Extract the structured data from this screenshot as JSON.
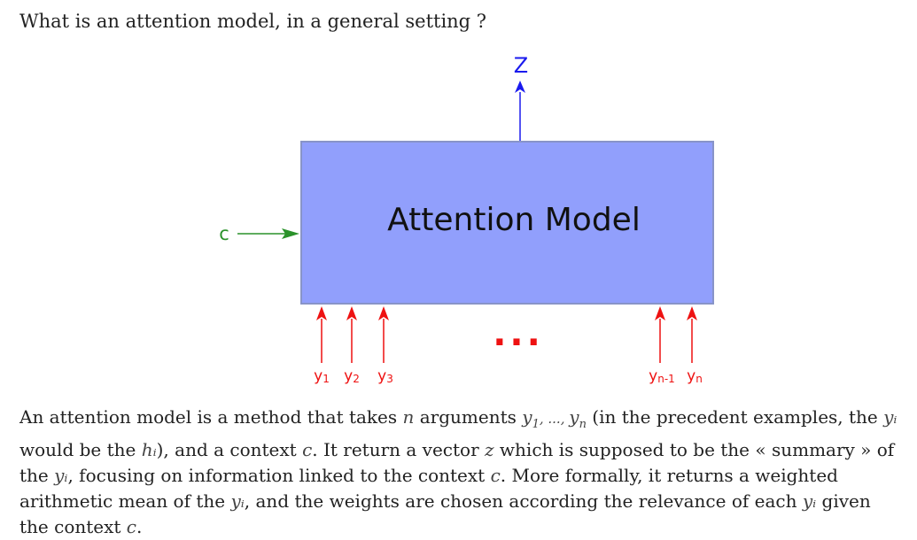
{
  "question": "What is an attention model, in a general setting ?",
  "diagram": {
    "box_label": "Attention Model",
    "output_label": "Z",
    "context_label": "c",
    "ellipsis": "...",
    "inputs": [
      {
        "base": "y",
        "sub": "1"
      },
      {
        "base": "y",
        "sub": "2"
      },
      {
        "base": "y",
        "sub": "3"
      },
      {
        "base": "y",
        "sub": "n-1"
      },
      {
        "base": "y",
        "sub": "n"
      }
    ],
    "colors": {
      "box_fill": "#919ffc",
      "box_stroke": "#8894c8",
      "output_arrow": "#1a1aee",
      "context_arrow": "#2a922a",
      "input_arrow": "#ee1111",
      "ellipsis": "#ee1111"
    }
  },
  "paragraph": {
    "s1": "An attention model is a method that takes ",
    "m_n": "n",
    "s2": " arguments ",
    "m_y1": "y",
    "m_y1_sub": "1",
    "m_sep": ", ..., ",
    "m_yn": "y",
    "m_yn_sub": "n",
    "s3": " (in the precedent examples, the ",
    "m_yi_1": "yᵢ",
    "s4": " would be the ",
    "m_hi": "hᵢ",
    "s5": "), and a context ",
    "m_c1": "c",
    "s6": ". It return a vector ",
    "m_z": "z",
    "s7": " which is supposed to be the « summary » of the ",
    "m_yi_2": "yᵢ",
    "s8": ", focusing on information linked to the context ",
    "m_c2": "c",
    "s9": ". More formally, it returns a weighted arithmetic mean of the ",
    "m_yi_3": "yᵢ",
    "s10": ", and the weights are chosen according the relevance of each ",
    "m_yi_4": "yᵢ",
    "s11": " given the context ",
    "m_c3": "c",
    "s12": "."
  }
}
